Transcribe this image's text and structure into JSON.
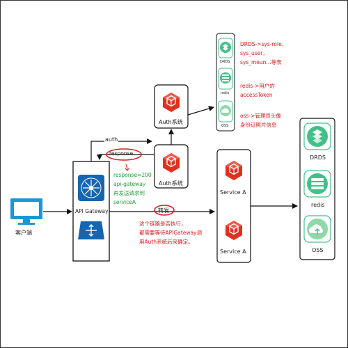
{
  "client": {
    "label": "客户端"
  },
  "gateway": {
    "label": "API Gateway"
  },
  "auth_top": {
    "label": "Auth系统"
  },
  "auth_bottom": {
    "label": "Auth系统"
  },
  "service_top": {
    "label": "Service A"
  },
  "service_bottom": {
    "label": "Service A"
  },
  "storage_right": {
    "items": [
      "DRDS",
      "redis",
      "OSS"
    ]
  },
  "storage_small": {
    "items": [
      "DRDS",
      "redis",
      "OSS"
    ]
  },
  "edges": {
    "auth_label": "auth",
    "response_label": "response",
    "forward_label": "转发"
  },
  "notes": {
    "drds": "DRDS->sys-role，\nsys_user，\nsys_meun...等表",
    "redis": "redis->用户的\naccessToken",
    "oss": "oss->管理员头像\n身份证照片信息",
    "response": "response=200\napi-gateway\n再发送请求到\nserviceA",
    "chain": "这个链路是否执行，\n都需要等待APIGateway调\n用Auth系统后来确定。"
  },
  "colors": {
    "cube": "#e0311f",
    "green_icon": "#43c08a",
    "gateway_icon": "#1565b0",
    "client_icon": "#1e96d6",
    "annotation_red": "#e0161b",
    "annotation_green": "#1aa33a"
  }
}
